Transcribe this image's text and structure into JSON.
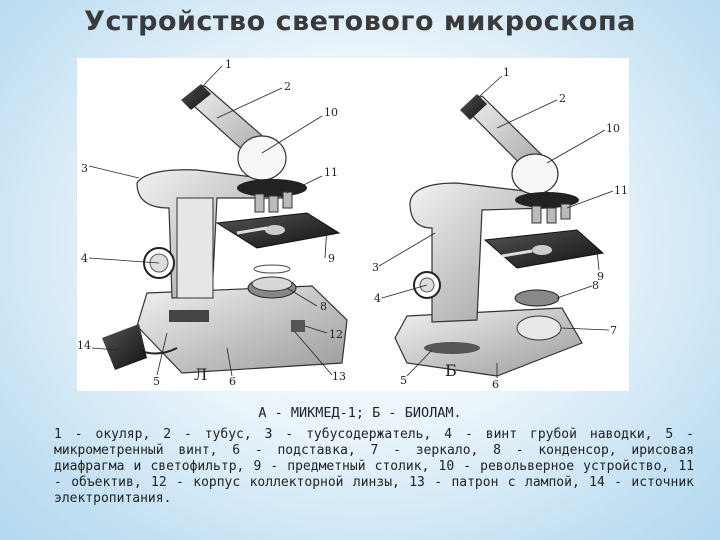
{
  "title": "Устройство светового микроскопа",
  "figure": {
    "left": {
      "panel_letter": "Л",
      "labels": [
        "1",
        "2",
        "10",
        "3",
        "11",
        "4",
        "9",
        "8",
        "12",
        "14",
        "5",
        "6",
        "13"
      ]
    },
    "right": {
      "panel_letter": "Б",
      "labels": [
        "1",
        "2",
        "10",
        "11",
        "3",
        "9",
        "8",
        "4",
        "7",
        "5",
        "6"
      ]
    }
  },
  "subtitle": "А - МИКМЕД-1; Б - БИОЛАМ.",
  "caption": "1 - окуляр, 2 - тубус, 3 - тубусодержатель, 4 - винт грубой наводки, 5 - микрометренный винт, 6 - подставка, 7 - зеркало, 8 - конденсор, ирисовая диафрагма и светофильтр, 9 - предметный столик, 10 - револьверное устройство, 11 - объектив, 12 - корпус коллекторной линзы, 13 - патрон с лампой, 14 - источник электропитания."
}
